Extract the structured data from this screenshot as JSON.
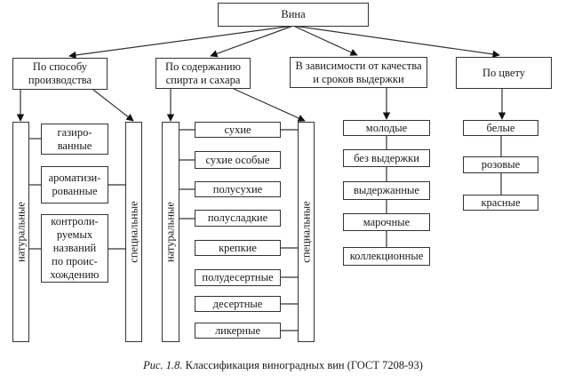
{
  "root": {
    "label": "Вина"
  },
  "categories": [
    {
      "label": "По способу производства",
      "bars": {
        "left": "натуральные",
        "right": "специальные"
      },
      "items": [
        {
          "label": "газиро-\nванные"
        },
        {
          "label": "ароматизи-\nрованные"
        },
        {
          "label": "контроли-\nруемых\nназваний\nпо проис-\nхождению"
        }
      ]
    },
    {
      "label": "По содержанию спирта и сахара",
      "bars": {
        "left": "натуральные",
        "right": "специальные"
      },
      "items": [
        {
          "label": "сухие"
        },
        {
          "label": "сухие особые"
        },
        {
          "label": "полусухие"
        },
        {
          "label": "полусладкие"
        },
        {
          "label": "крепкие"
        },
        {
          "label": "полудесертные"
        },
        {
          "label": "десертные"
        },
        {
          "label": "ликерные"
        }
      ]
    },
    {
      "label": "В зависимости от качества и сроков выдержки",
      "items": [
        {
          "label": "молодые"
        },
        {
          "label": "без выдержки"
        },
        {
          "label": "выдержанные"
        },
        {
          "label": "марочные"
        },
        {
          "label": "коллекционные"
        }
      ]
    },
    {
      "label": "По цвету",
      "items": [
        {
          "label": "белые"
        },
        {
          "label": "розовые"
        },
        {
          "label": "красные"
        }
      ]
    }
  ],
  "caption": {
    "prefix": "Рис. 1.8.",
    "text": "Классификация виноградных вин (ГОСТ 7208-93)"
  }
}
